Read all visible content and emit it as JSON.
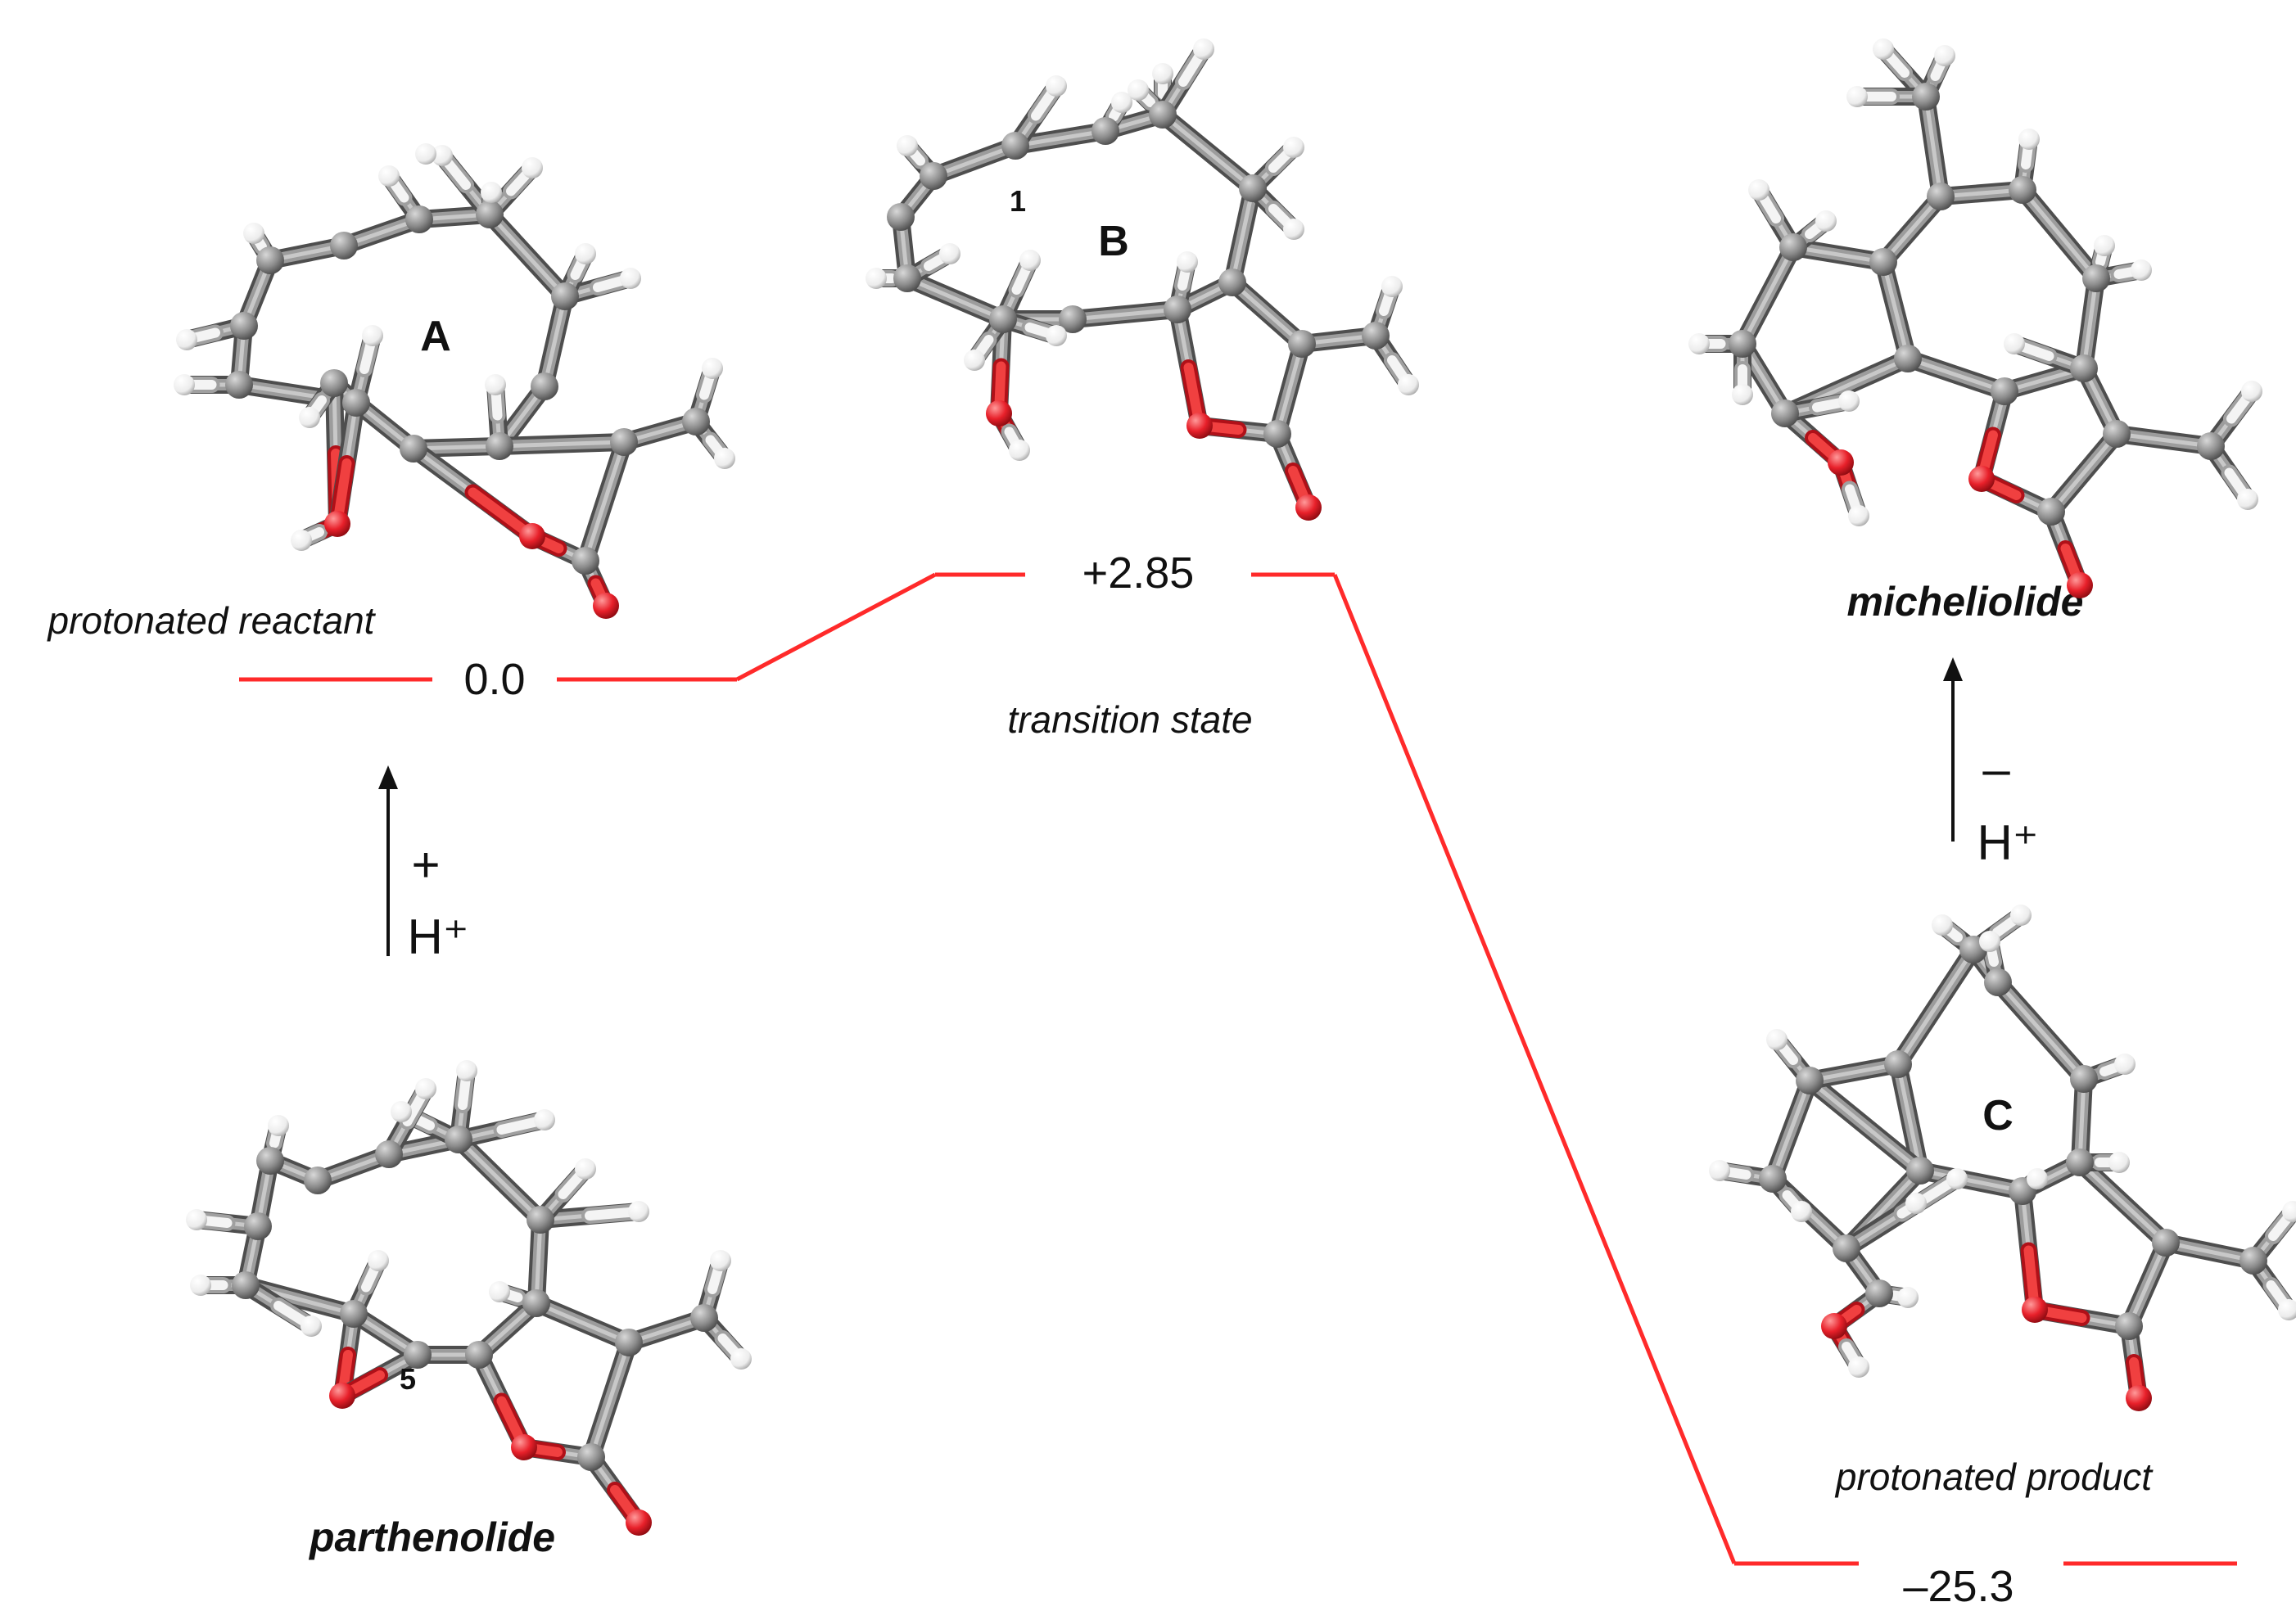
{
  "energy_levels": {
    "reactant": "0.0",
    "transition_state": "+2.85",
    "product": "–25.3"
  },
  "captions": {
    "protonated_reactant": "protonated reactant",
    "transition_state": "transition state",
    "protonated_product": "protonated product",
    "parthenolide": "parthenolide",
    "micheliolide": "micheliolide"
  },
  "structure_labels": {
    "A": "A",
    "B": "B",
    "C": "C",
    "atom_1": "1",
    "atom_5": "5"
  },
  "arrows": {
    "protonation_sign": "+",
    "protonation_species": "H⁺",
    "deprotonation_sign": "–",
    "deprotonation_species": "H⁺"
  },
  "colors": {
    "profile_line": "#ff2a2a",
    "carbon": "#8a8a8a",
    "oxygen": "#e8202a",
    "hydrogen": "#f2f2f2",
    "text": "#111111"
  }
}
